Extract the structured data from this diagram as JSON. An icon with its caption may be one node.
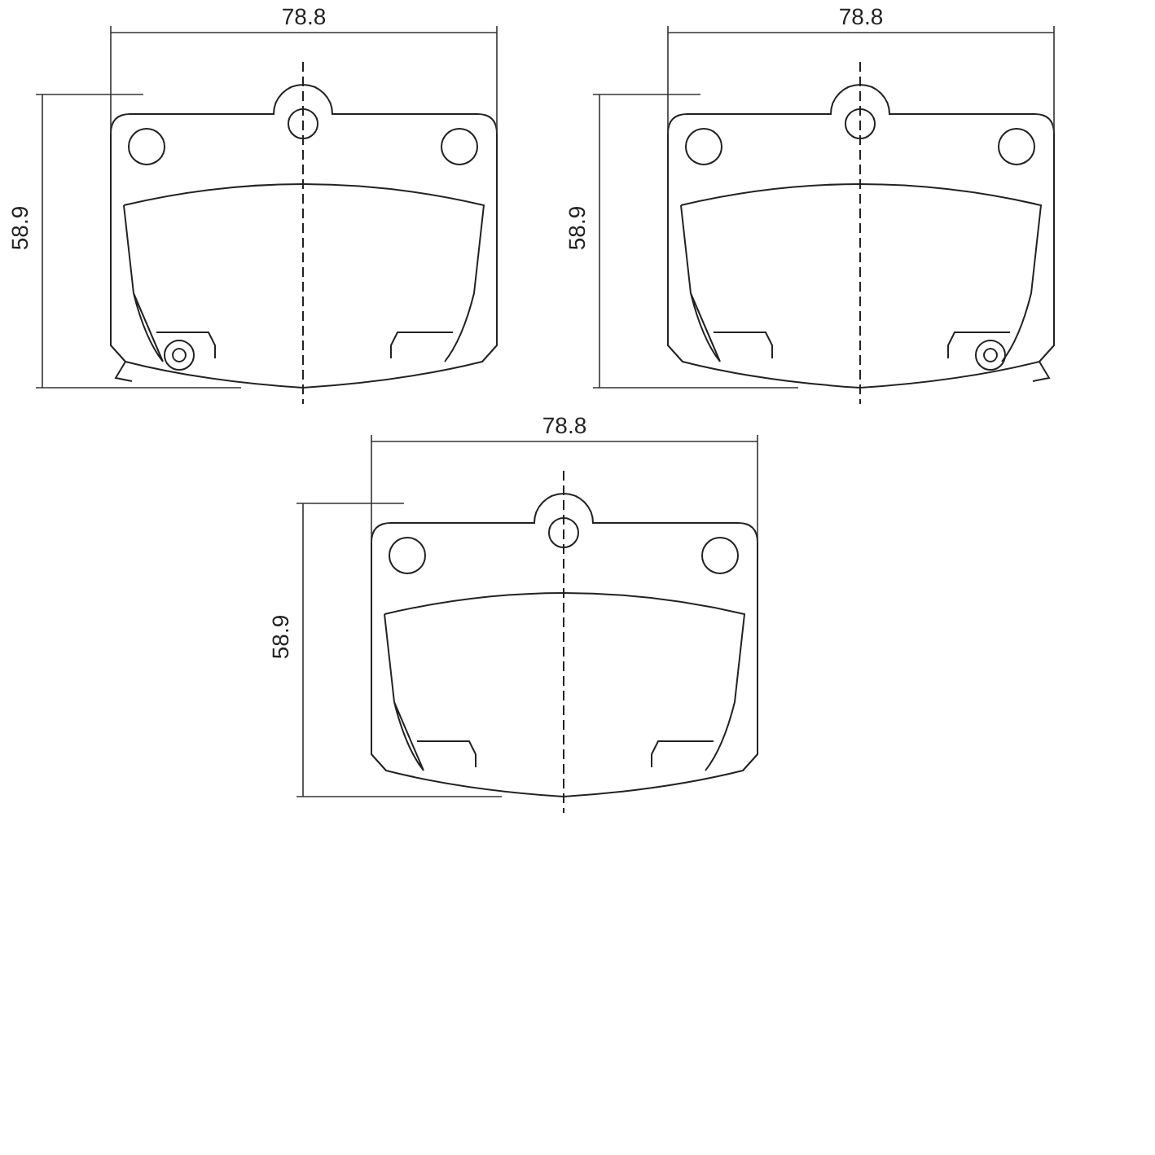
{
  "diagram": {
    "labels": [
      "78.8",
      "58.9",
      "78.8",
      "58.9",
      "78.8",
      "58.9"
    ]
  }
}
